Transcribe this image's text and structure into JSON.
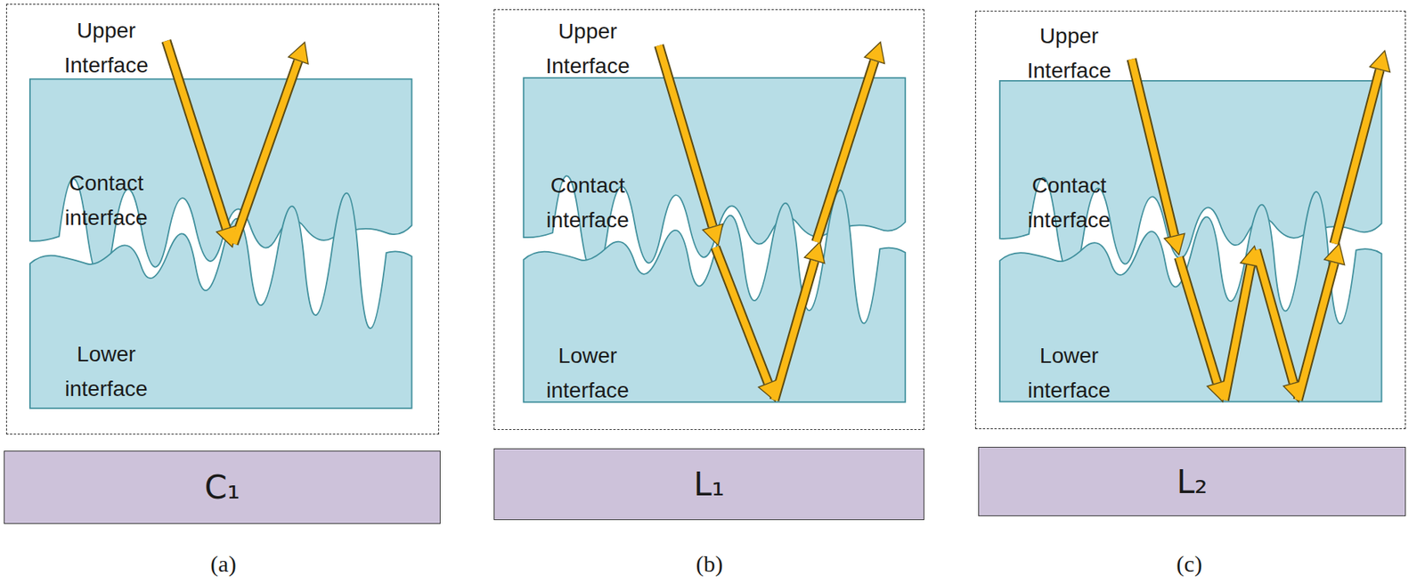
{
  "diagram": {
    "nodes": [
      {
        "text": [
          "Upper Interface",
          "Contact interface",
          "Lower interface"
        ]
      },
      {
        "text": [
          "C₁"
        ]
      },
      {
        "text": [
          "Upper Interface",
          "Contact interface",
          "Lower interface"
        ]
      },
      {
        "text": [
          "L₁"
        ]
      },
      {
        "text": [
          "Upper Interface",
          "Contact interface",
          "Lower interface"
        ]
      },
      {
        "text": [
          "L₂"
        ]
      }
    ],
    "labels": [
      "(a)",
      "(b)",
      "(c)"
    ]
  }
}
